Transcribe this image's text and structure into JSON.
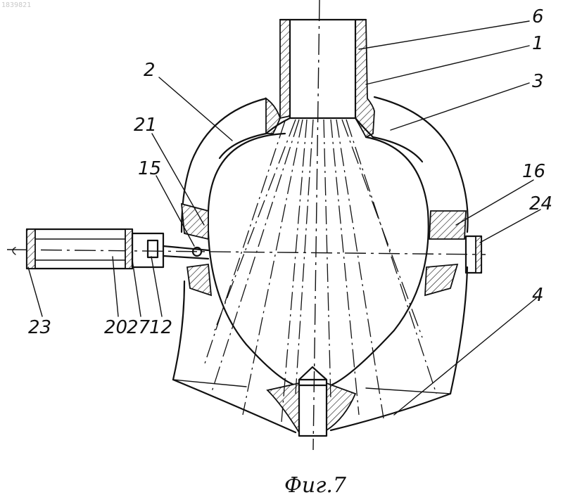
{
  "watermark": "1839821",
  "caption": "Фиг.7",
  "labels": {
    "l6": "6",
    "l1": "1",
    "l2": "2",
    "l3": "3",
    "l21": "21",
    "l15": "15",
    "l16": "16",
    "l24": "24",
    "l4": "4",
    "l23": "23",
    "l20": "20",
    "l27": "27",
    "l12": "12"
  }
}
